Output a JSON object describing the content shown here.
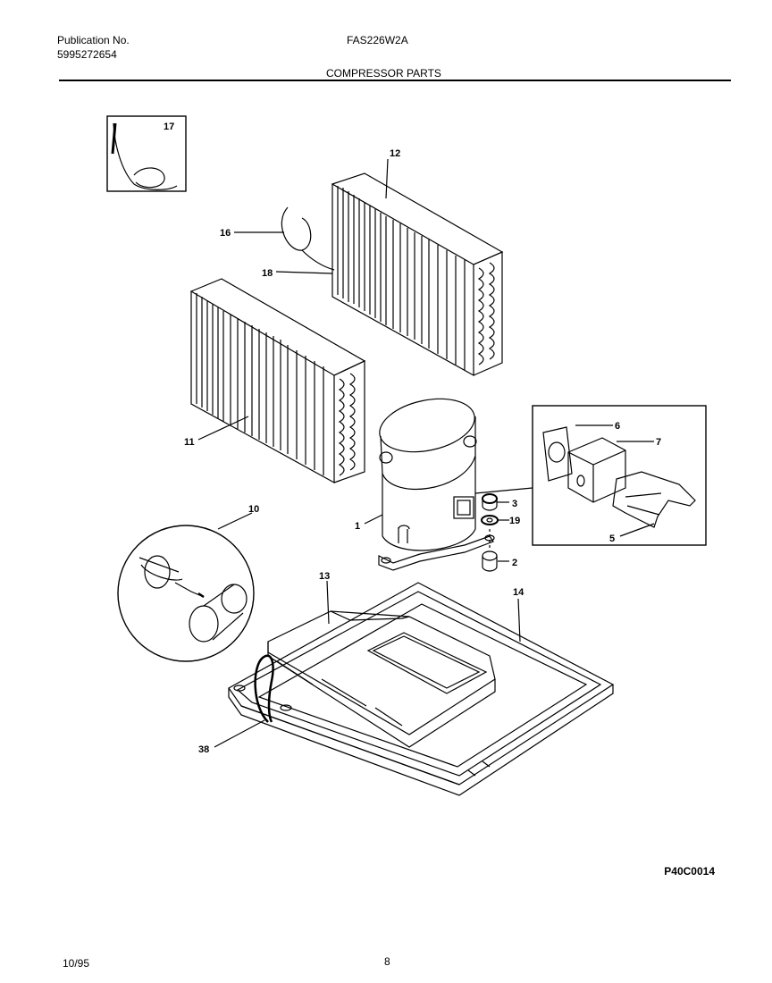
{
  "header": {
    "publication_label": "Publication No.",
    "publication_number": "5995272654",
    "model": "FAS226W2A",
    "section_title": "COMPRESSOR PARTS"
  },
  "figure_code": "P40C0014",
  "footer": {
    "date": "10/95",
    "page": "8"
  },
  "callouts": {
    "c1": "1",
    "c2": "2",
    "c3": "3",
    "c5": "5",
    "c6": "6",
    "c7": "7",
    "c10": "10",
    "c11": "11",
    "c12": "12",
    "c13": "13",
    "c14": "14",
    "c16": "16",
    "c17": "17",
    "c18": "18",
    "c19": "19",
    "c38": "38"
  }
}
